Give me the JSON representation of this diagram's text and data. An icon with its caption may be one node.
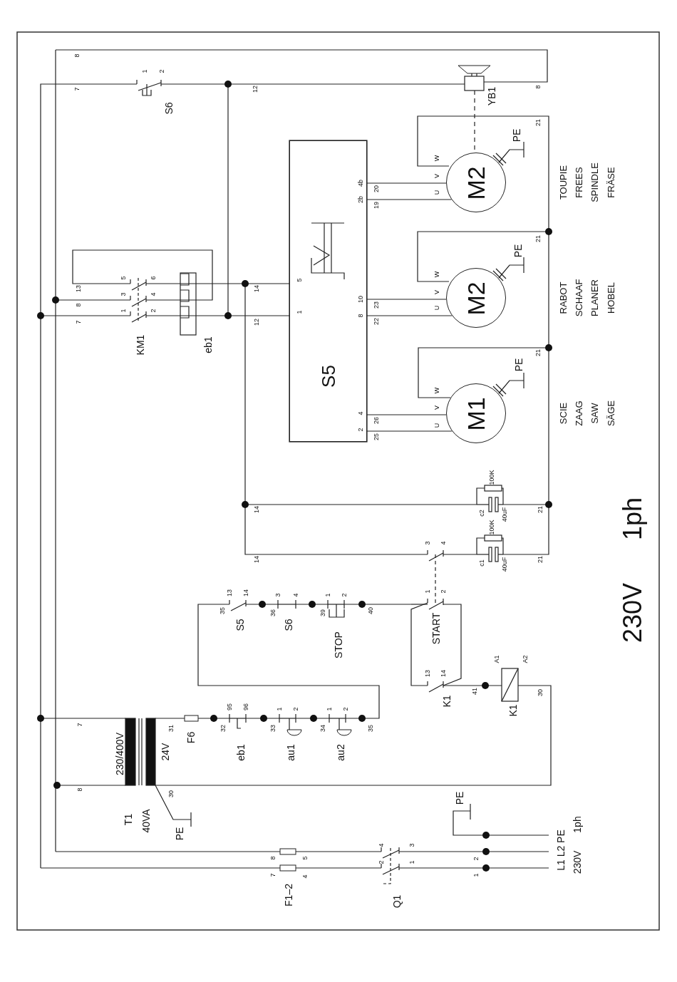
{
  "diagram": {
    "title": "230V 1ph",
    "nodes": [
      {
        "text": [
          "S5"
        ]
      },
      {
        "text": [
          "M1"
        ],
        "beside": [
          "SCIE",
          "ZAAG",
          "SAW",
          "SÄGE"
        ]
      },
      {
        "text": [
          "M2"
        ],
        "beside": [
          "RABOT",
          "SCHAAF",
          "PLANER",
          "HOBEL"
        ]
      },
      {
        "text": [
          "M2"
        ],
        "beside": [
          "TOUPIE",
          "FREES",
          "SPINDLE",
          "FRÄSE"
        ]
      }
    ],
    "edges": [
      {
        "from": 0,
        "to": 3,
        "arrow": "none",
        "label": "20"
      },
      {
        "from": 0,
        "to": 3,
        "arrow": "none",
        "label": "19"
      },
      {
        "from": 0,
        "to": 2,
        "arrow": "none",
        "label": "23"
      },
      {
        "from": 0,
        "to": 2,
        "arrow": "none",
        "label": "22"
      },
      {
        "from": 0,
        "to": 1,
        "arrow": "none",
        "label": "26"
      },
      {
        "from": 0,
        "to": 1,
        "arrow": "none",
        "label": "25"
      }
    ],
    "labels": [
      "8",
      "1",
      "2",
      "7",
      "12",
      "S6",
      "YB1",
      "8",
      "21",
      "PE",
      "W",
      "V",
      "U",
      "4b",
      "2b",
      "21",
      "PE",
      "W",
      "V",
      "U",
      "10",
      "8",
      "5",
      "6",
      "13",
      "14",
      "5",
      "3",
      "4",
      "8",
      "1",
      "2",
      "1",
      "7",
      "12",
      "KM1",
      "eb1",
      "21",
      "PE",
      "W",
      "V",
      "U",
      "4",
      "2",
      "100K",
      "14",
      "c2",
      "40uF",
      "21",
      "100K",
      "3",
      "4",
      "14",
      "c1",
      "40uF",
      "21",
      "13",
      "14",
      "3",
      "4",
      "1",
      "2",
      "1",
      "2",
      "35",
      "36",
      "39",
      "40",
      "S5",
      "S6",
      "STOP",
      "START",
      "13",
      "14",
      "A1",
      "A2",
      "41",
      "30",
      "K1",
      "K1",
      "95",
      "96",
      "1",
      "2",
      "1",
      "2",
      "7",
      "31",
      "32",
      "33",
      "34",
      "35",
      "F6",
      "eb1",
      "au1",
      "au2",
      "230/400V",
      "24V",
      "8",
      "30",
      "T1",
      "40VA",
      "PE",
      "PE",
      "4",
      "3",
      "8",
      "5",
      "2",
      "1",
      "2",
      "7",
      "4",
      "1",
      "F1–2",
      "Q1",
      "L1 L2 PE",
      "1ph",
      "230V"
    ]
  }
}
